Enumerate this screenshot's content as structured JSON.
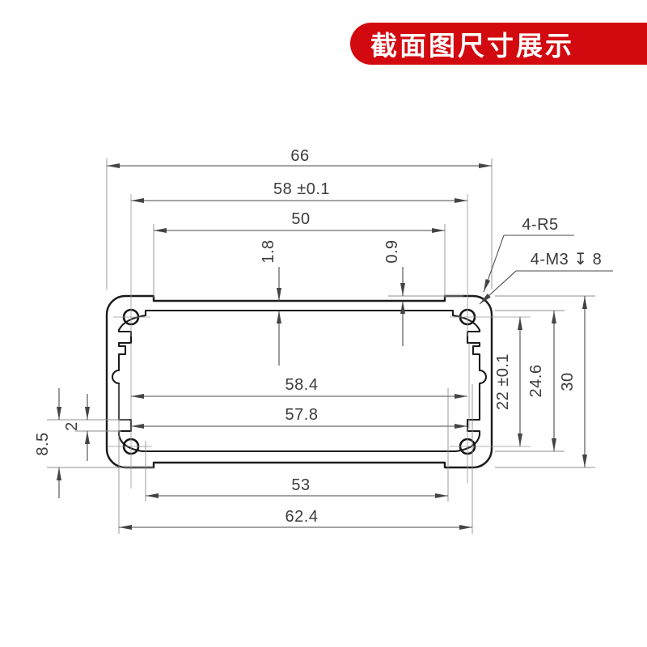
{
  "banner": {
    "title": "截面图尺寸展示",
    "bg_color": "#d20a10",
    "text_color": "#ffffff"
  },
  "drawing": {
    "dims": {
      "overall_width": "66",
      "hole_spacing_h": "58 ±0.1",
      "top_recess_width": "50",
      "top_wall_thickness": "1.8",
      "top_step": "0.9",
      "inner_width_upper": "58.4",
      "inner_width_lower": "57.8",
      "left_bottom_height": "8.5",
      "left_step": "2",
      "hole_spacing_v": "22 ±0.1",
      "inner_height": "24.6",
      "overall_height": "30",
      "bottom_recess_width": "53",
      "bottom_width": "62.4"
    },
    "callouts": {
      "corner_radius": "4-R5",
      "tapped_hole": "4-M3 ↧ 8"
    }
  }
}
